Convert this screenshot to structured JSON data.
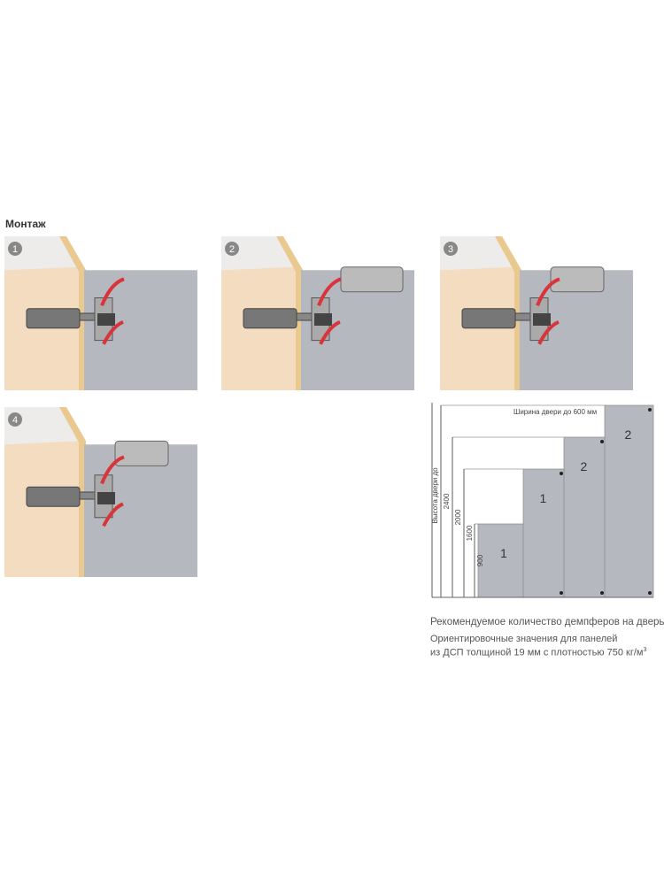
{
  "section_title": "Монтаж",
  "steps": [
    {
      "number": "1"
    },
    {
      "number": "2"
    },
    {
      "number": "3"
    },
    {
      "number": "4"
    }
  ],
  "chart_data": {
    "type": "bar",
    "title": "Рекомендуемое количество демпферов на дверь",
    "ylabel": "Высота двери до",
    "width_label": "Ширина двери до 600 мм",
    "categories": [
      "900",
      "1600",
      "2000",
      "2400"
    ],
    "values": [
      1,
      1,
      2,
      2
    ],
    "height_labels": [
      "900",
      "1600",
      "2000",
      "2400"
    ]
  },
  "captions": {
    "line1": "Рекомендуемое количество демпферов на дверь",
    "line2": "Ориентировочные значения для панелей",
    "line3": "из ДСП толщиной 19 мм с плотностью 750 кг/м",
    "sup": "3"
  },
  "colors": {
    "door": "#b5b8be",
    "side": "#f3dcc0",
    "arrow": "#d9343a"
  }
}
